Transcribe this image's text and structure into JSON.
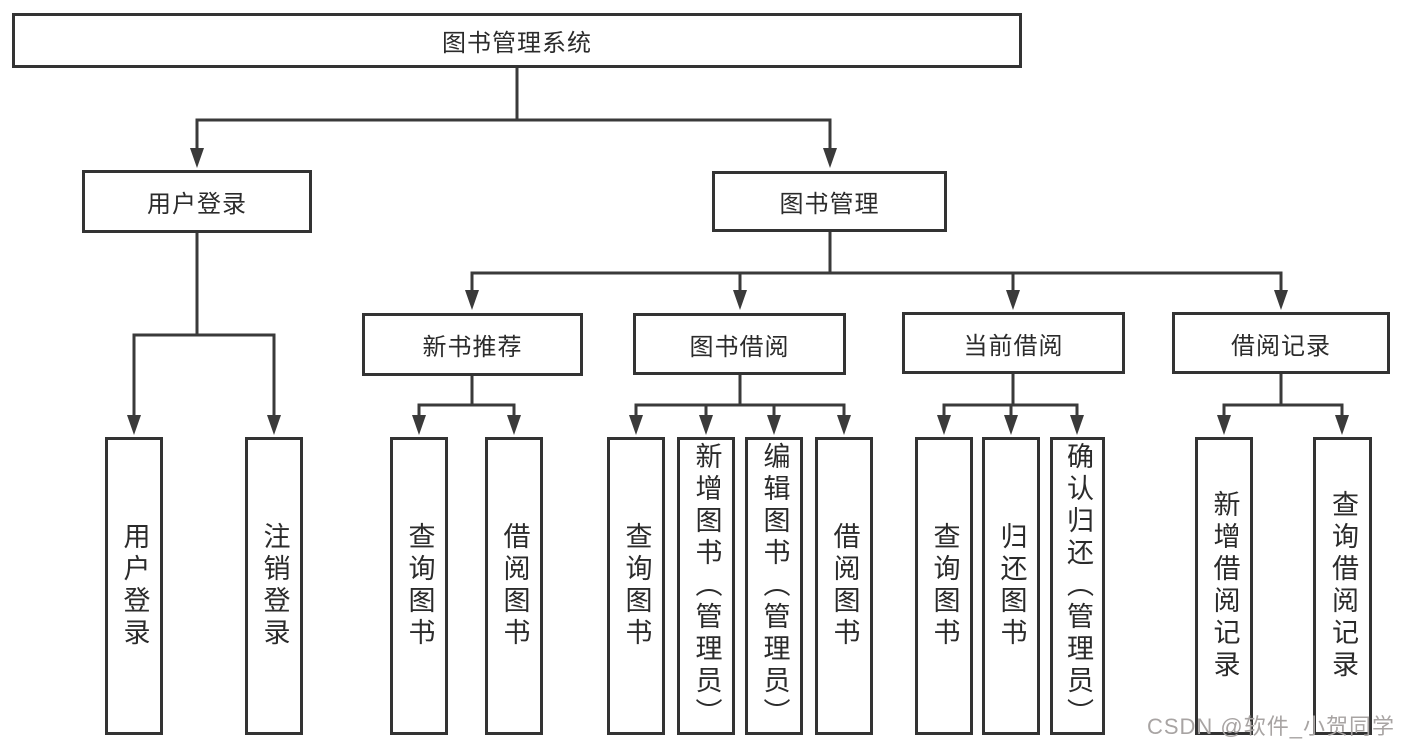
{
  "diagram": {
    "title": "图书管理系统",
    "root": {
      "label": "图书管理系统"
    },
    "level2": [
      {
        "id": "user-login",
        "label": "用户登录"
      },
      {
        "id": "book-management",
        "label": "图书管理"
      }
    ],
    "level3": [
      {
        "id": "new-book-recommend",
        "parent": "图书管理",
        "label": "新书推荐"
      },
      {
        "id": "book-borrow",
        "parent": "图书管理",
        "label": "图书借阅"
      },
      {
        "id": "current-borrow",
        "parent": "图书管理",
        "label": "当前借阅"
      },
      {
        "id": "borrow-records",
        "parent": "图书管理",
        "label": "借阅记录"
      }
    ],
    "leaves": [
      {
        "parent": "用户登录",
        "label": "用户登录"
      },
      {
        "parent": "用户登录",
        "label": "注销登录"
      },
      {
        "parent": "新书推荐",
        "label": "查询图书"
      },
      {
        "parent": "新书推荐",
        "label": "借阅图书"
      },
      {
        "parent": "图书借阅",
        "label": "查询图书"
      },
      {
        "parent": "图书借阅",
        "label": "新增图书（管理员）"
      },
      {
        "parent": "图书借阅",
        "label": "编辑图书（管理员）"
      },
      {
        "parent": "图书借阅",
        "label": "借阅图书"
      },
      {
        "parent": "当前借阅",
        "label": "查询图书"
      },
      {
        "parent": "当前借阅",
        "label": "归还图书"
      },
      {
        "parent": "当前借阅",
        "label": "确认归还（管理员）"
      },
      {
        "parent": "借阅记录",
        "label": "新增借阅记录"
      },
      {
        "parent": "借阅记录",
        "label": "查询借阅记录"
      }
    ]
  },
  "watermark": {
    "text": "CSDN @软件_小贺同学"
  },
  "colors": {
    "line": "#3a3a3a",
    "box_border": "#333333",
    "text": "#2b2b2b",
    "background": "#ffffff",
    "watermark": "#a8a4a3"
  }
}
